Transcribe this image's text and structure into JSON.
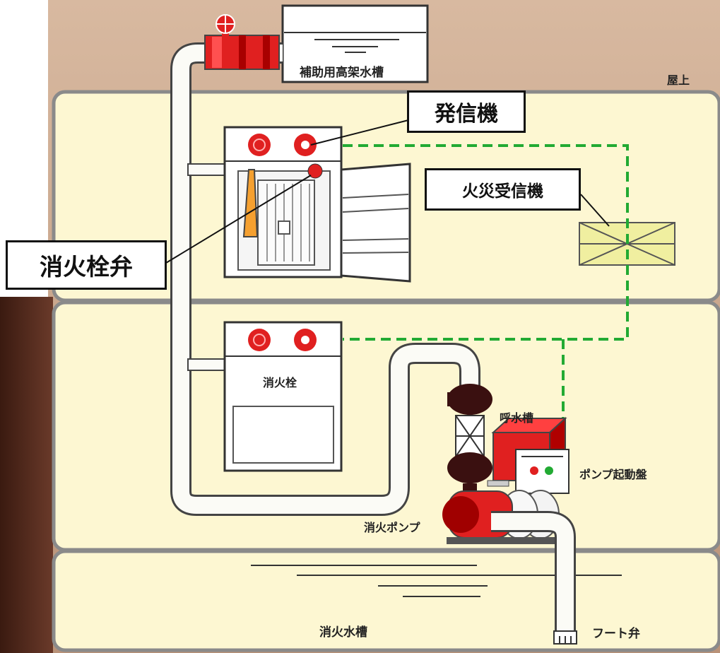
{
  "labels": {
    "rooftop": "屋上",
    "aux_tank": "補助用高架水槽",
    "transmitter": "発信機",
    "fire_receiver": "火災受信機",
    "hydrant_valve": "消火栓弁",
    "hydrant": "消火栓",
    "priming_tank": "呼水槽",
    "pump_panel": "ポンプ起動盤",
    "fire_pump": "消火ポンプ",
    "water_tank": "消火水槽",
    "foot_valve": "フート弁"
  },
  "colors": {
    "floor_fill": "#fdf7d2",
    "floor_border": "#888888",
    "roof_bg": "#c9a78d",
    "pipe_fill": "#fbfbf6",
    "pipe_outline": "#444444",
    "equipment_red": "#e02020",
    "dark_maroon": "#3a1010",
    "signal_line": "#22aa33",
    "receiver_fill": "#f0efa0"
  },
  "icons": [
    "hydrant-valve-wheel-icon",
    "fire-alarm-button-icon",
    "indicator-lamp-icon"
  ]
}
